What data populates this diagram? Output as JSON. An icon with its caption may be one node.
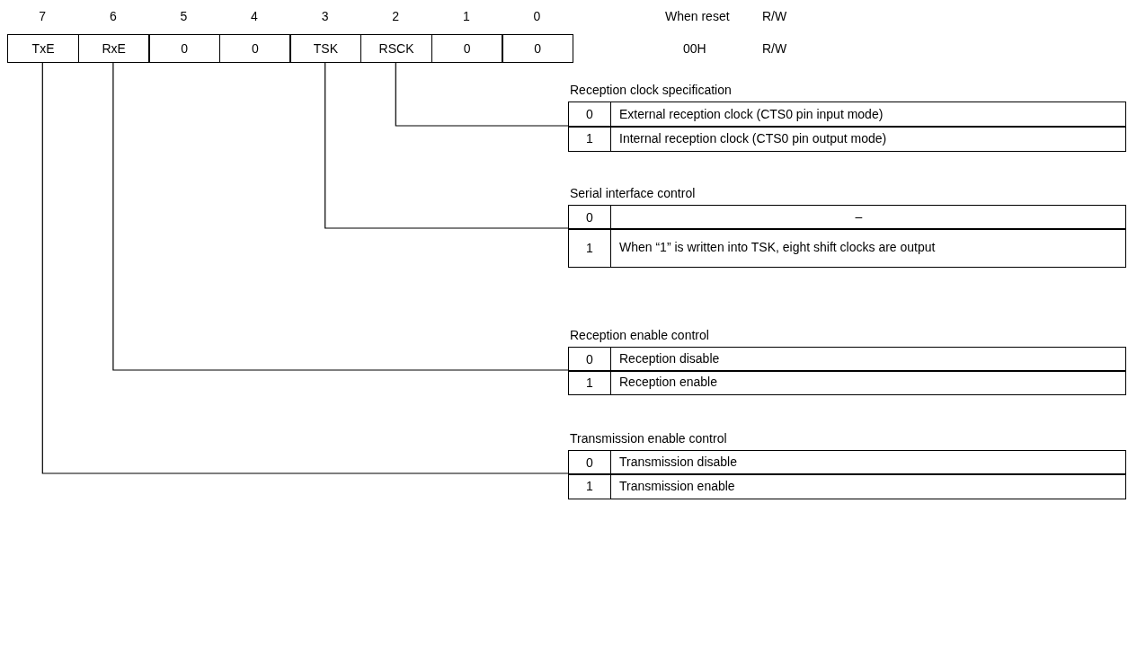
{
  "diagram": {
    "nodes": [
      {
        "text": [
          "TxE"
        ]
      },
      {
        "text": [
          "RxE"
        ]
      },
      {
        "text": [
          "0"
        ]
      },
      {
        "text": [
          "0"
        ]
      },
      {
        "text": [
          "TSK"
        ]
      },
      {
        "text": [
          "RSCK"
        ]
      },
      {
        "text": [
          "0"
        ]
      },
      {
        "text": [
          "0"
        ]
      },
      {
        "text": [
          "Reception clock specification"
        ]
      },
      {
        "text": [
          "0",
          "External reception clock (CTS0 pin input mode)"
        ],
        "in": 8
      },
      {
        "text": [
          "1",
          "Internal reception clock (CTS0 pin output mode)"
        ],
        "in": 8
      },
      {
        "text": [
          "Serial interface control"
        ]
      },
      {
        "text": [
          "0",
          "–"
        ],
        "in": 11
      },
      {
        "text": [
          "1",
          "When “1” is written into TSK, eight shift clocks are output"
        ],
        "in": 11
      },
      {
        "text": [
          "Reception enable control"
        ]
      },
      {
        "text": [
          "0",
          "Reception disable"
        ],
        "in": 14
      },
      {
        "text": [
          "1",
          "Reception enable"
        ],
        "in": 14
      },
      {
        "text": [
          "Transmission enable control"
        ]
      },
      {
        "text": [
          "0",
          "Transmission disable"
        ],
        "in": 17
      },
      {
        "text": [
          "1",
          "Transmission enable"
        ],
        "in": 17
      }
    ],
    "edges": [
      {
        "from": 5,
        "to": 8,
        "arrow": "none"
      },
      {
        "from": 4,
        "to": 11,
        "arrow": "none"
      },
      {
        "from": 1,
        "to": 14,
        "arrow": "none"
      },
      {
        "from": 0,
        "to": 17,
        "arrow": "none"
      }
    ],
    "labels": [
      "7",
      "6",
      "5",
      "4",
      "3",
      "2",
      "1",
      "0",
      "When reset",
      "R/W",
      "00H",
      "R/W"
    ]
  }
}
